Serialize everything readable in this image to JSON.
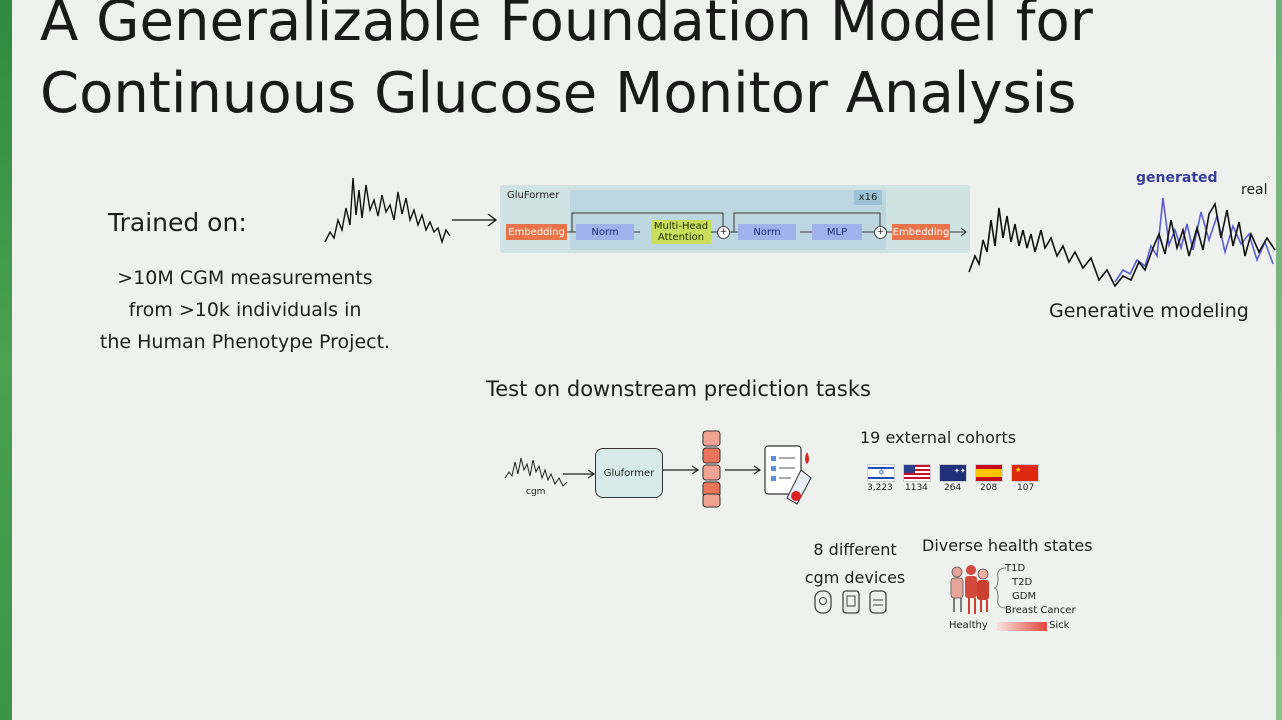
{
  "slide": {
    "title": "A Generalizable Foundation Model for Continuous Glucose Monitor Analysis"
  },
  "trained": {
    "heading": "Trained on:",
    "lines": [
      ">10M CGM measurements",
      "from >10k individuals in",
      "the Human Phenotype Project."
    ]
  },
  "architecture": {
    "name": "GluFormer",
    "repeat": "x16",
    "blocks": [
      "Embedding",
      "Norm",
      "Multi-Head Attention",
      "Norm",
      "MLP",
      "Embedding"
    ]
  },
  "generative": {
    "label": "Generative modeling",
    "legend_generated": "generated",
    "legend_real": "real",
    "colors": {
      "generated": "#5b5fd0",
      "real": "#111111"
    }
  },
  "test": {
    "heading": "Test on downstream prediction tasks",
    "cgm_label": "cgm",
    "model_label": "Gluformer"
  },
  "cohorts": {
    "heading": "19 external cohorts",
    "items": [
      {
        "country": "Israel",
        "count": "3,223"
      },
      {
        "country": "USA",
        "count": "1134"
      },
      {
        "country": "Australia",
        "count": "264"
      },
      {
        "country": "Spain",
        "count": "208"
      },
      {
        "country": "China",
        "count": "107"
      }
    ]
  },
  "devices": {
    "heading_line1": "8 different",
    "heading_line2": "cgm devices"
  },
  "health": {
    "heading": "Diverse health states",
    "states": [
      "T1D",
      "T2D",
      "GDM",
      "Breast Cancer"
    ],
    "scale_low": "Healthy",
    "scale_high": "Sick"
  }
}
